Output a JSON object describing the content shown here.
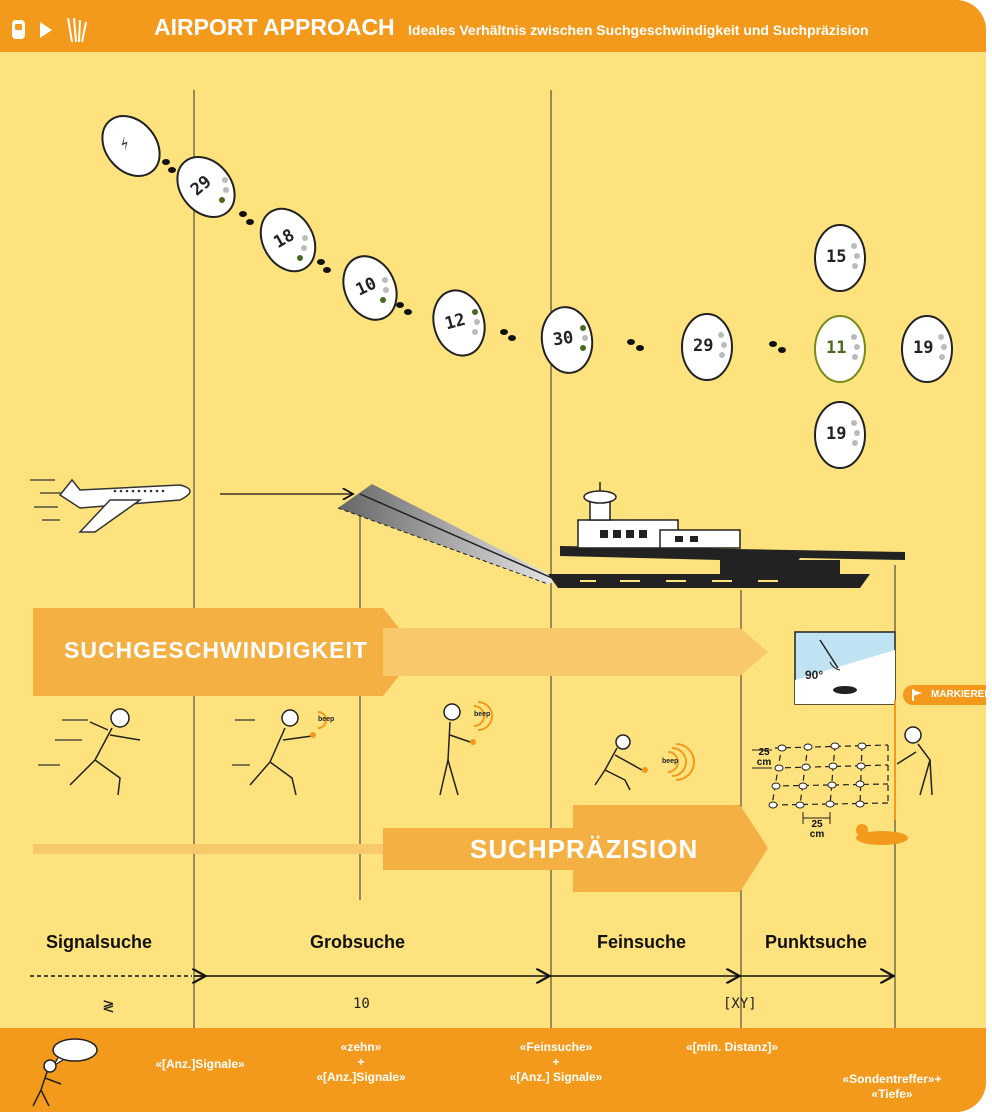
{
  "header": {
    "title": "AIRPORT APPROACH",
    "subtitle": "Ideales Verhältnis zwischen Suchgeschwindigkeit und Suchpräzision",
    "icons": [
      "device-icon",
      "play-icon",
      "antenna-icon"
    ]
  },
  "displays": [
    {
      "id": "signal",
      "text": "⚡"
    },
    {
      "id": "d1",
      "text": "29"
    },
    {
      "id": "d2",
      "text": "18"
    },
    {
      "id": "d3",
      "text": "10"
    },
    {
      "id": "d4",
      "text": "12"
    },
    {
      "id": "d5",
      "text": "30"
    },
    {
      "id": "d6",
      "text": "29"
    },
    {
      "id": "d7",
      "text": "15"
    },
    {
      "id": "d8",
      "text": "11"
    },
    {
      "id": "d9",
      "text": "19"
    },
    {
      "id": "d10",
      "text": "19"
    }
  ],
  "arrows": {
    "speed": "SUCHGESCHWINDIGKEIT",
    "precision": "SUCHPRÄZISION"
  },
  "beep_text": "beep",
  "markieren": "MARKIEREN",
  "angle_label": "90°",
  "grid_labels": {
    "vertical": "25 cm",
    "horizontal": "25 cm"
  },
  "phases": [
    {
      "label": "Signalsuche"
    },
    {
      "label": "Grobsuche"
    },
    {
      "label": "Feinsuche"
    },
    {
      "label": "Punktsuche"
    }
  ],
  "mode_icons": [
    {
      "name": "signal-wave-icon",
      "glyph": "≷"
    },
    {
      "name": "number-display-icon",
      "glyph": "10"
    },
    {
      "name": "xy-display-icon",
      "glyph": "[XY]"
    }
  ],
  "commands": [
    {
      "line1": "«[Anz.]Signale»",
      "line2": "",
      "line3": ""
    },
    {
      "line1": "«zehn»",
      "line2": "+",
      "line3": "«[Anz.]Signale»"
    },
    {
      "line1": "«Feinsuche»",
      "line2": "+",
      "line3": "«[Anz.] Signale»"
    },
    {
      "line1": "«[min. Distanz]»",
      "line2": "",
      "line3": ""
    },
    {
      "line1": "«Sondentreffer»+",
      "line2": "«Tiefe»",
      "line3": ""
    }
  ],
  "colors": {
    "background": "#fde27d",
    "accent": "#f39a1c",
    "arrow": "#f5b044",
    "text_dark": "#111111"
  }
}
